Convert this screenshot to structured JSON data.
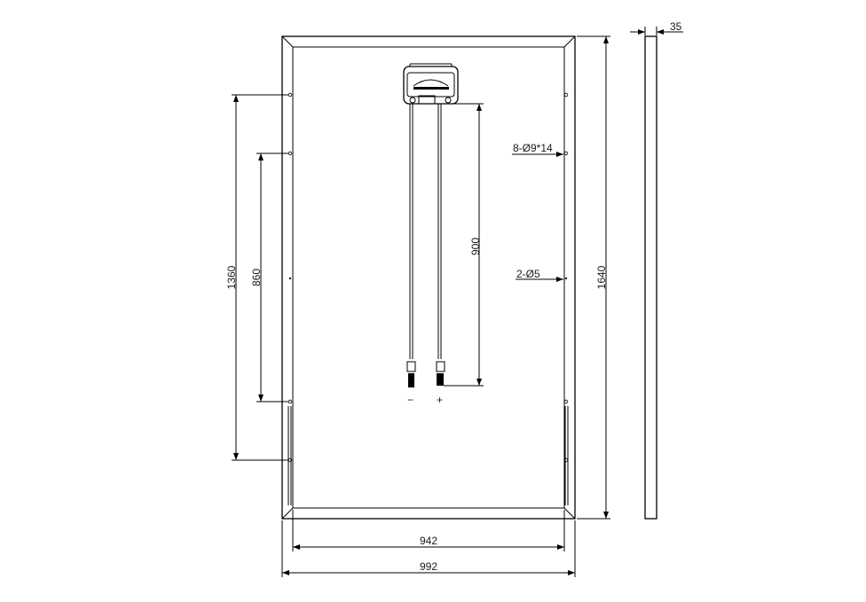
{
  "drawing": {
    "dimensions": {
      "height_total": "1640",
      "width_total": "992",
      "width_inner": "942",
      "thickness": "35",
      "hole_spacing_outer": "1360",
      "hole_spacing_inner": "860",
      "cable_length": "900"
    },
    "annotations": {
      "mounting_holes": "8-Ø9*14",
      "ground_holes": "2-Ø5"
    },
    "polarity": {
      "negative": "−",
      "positive": "+"
    }
  }
}
